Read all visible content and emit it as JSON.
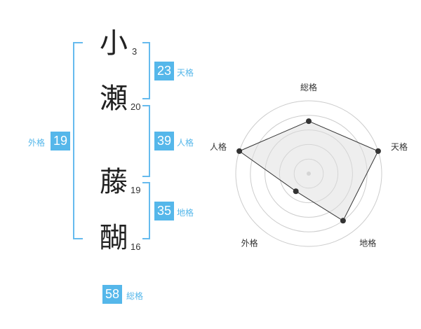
{
  "name_chars": [
    {
      "char": "小",
      "strokes": "3"
    },
    {
      "char": "瀬",
      "strokes": "20"
    },
    {
      "char": "藤",
      "strokes": "19"
    },
    {
      "char": "醐",
      "strokes": "16"
    }
  ],
  "fortunes": {
    "tenkaku": {
      "value": "23",
      "label": "天格"
    },
    "jinkaku": {
      "value": "39",
      "label": "人格"
    },
    "chikaku": {
      "value": "35",
      "label": "地格"
    },
    "gaikaku": {
      "value": "19",
      "label": "外格"
    },
    "soukaku": {
      "value": "58",
      "label": "総格"
    }
  },
  "chart_data": {
    "type": "radar",
    "axes": [
      "総格",
      "天格",
      "地格",
      "外格",
      "人格"
    ],
    "values": [
      0.72,
      1.0,
      0.8,
      0.3,
      1.0
    ],
    "rings": 5,
    "line_color": "#333333",
    "fill_color": "#dddddd",
    "ring_color": "#cccccc"
  }
}
